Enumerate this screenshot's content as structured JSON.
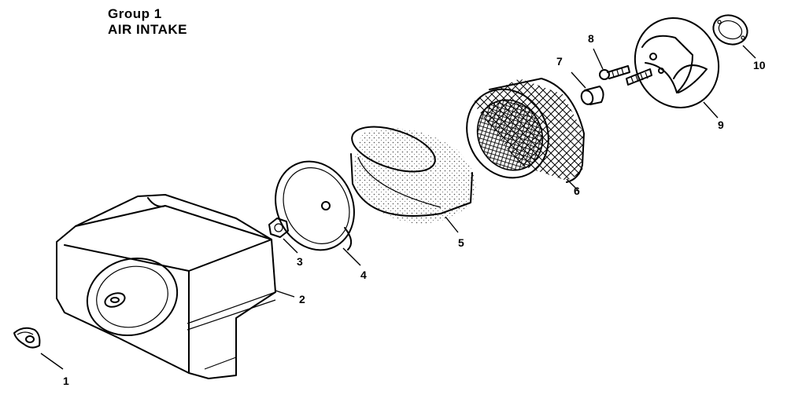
{
  "title": {
    "group": "Group 1",
    "name": "AIR INTAKE"
  },
  "callouts": [
    "1",
    "2",
    "3",
    "4",
    "5",
    "6",
    "7",
    "8",
    "9",
    "10"
  ],
  "colors": {
    "ink": "#000000",
    "paper": "#ffffff",
    "shade": "#9a9a9a"
  }
}
